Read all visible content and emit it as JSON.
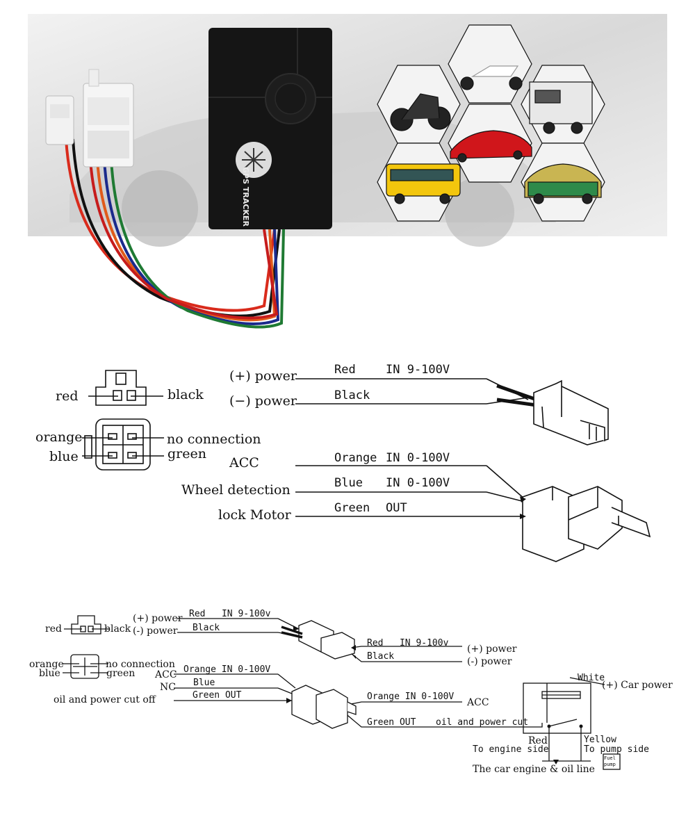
{
  "device": {
    "label": "GPS TRACKER"
  },
  "vehicles": [
    "motorcycle",
    "electric scooter",
    "truck",
    "sports car",
    "bus",
    "taxi"
  ],
  "diagram1": {
    "pin_labels": {
      "red": "red",
      "black": "black",
      "orange": "orange",
      "no_connection": "no connection",
      "blue": "blue",
      "green": "green"
    },
    "signals": {
      "power_pos": "(+) power",
      "power_neg": "(−) power",
      "acc": "ACC",
      "wheel": "Wheel detection",
      "lock": "lock Motor"
    },
    "wires": {
      "red": "Red",
      "red_spec": "IN 9-100V",
      "black": "Black",
      "orange": "Orange",
      "orange_spec": "IN 0-100V",
      "blue": "Blue",
      "blue_spec": "IN 0-100V",
      "green": "Green",
      "green_spec": "OUT"
    }
  },
  "diagram2": {
    "pin_labels": {
      "red": "red",
      "black": "black",
      "orange": "orange",
      "no_connection": "no connection",
      "blue": "blue",
      "green": "green"
    },
    "left": {
      "power_pos": "(+) power",
      "power_neg": "(-) power",
      "acc": "ACC",
      "nc": "NC",
      "oil": "oil and power cut off",
      "red_wire": "Red   IN 9-100v",
      "black_wire": "Black",
      "orange_wire": "Orange IN 0-100V",
      "blue_wire": "Blue",
      "green_wire": "Green OUT"
    },
    "right": {
      "red_wire": "Red   IN 9-100v",
      "power_pos": "(+) power",
      "black_wire": "Black",
      "power_neg": "(-) power",
      "orange_wire": "Orange IN 0-100V",
      "acc": "ACC",
      "green_wire": "Green OUT",
      "oil_cut": "oil and power cut"
    },
    "relay": {
      "white": "White",
      "car_power": "(+) Car power",
      "red": "Red",
      "engine_side": "To engine side",
      "yellow": "Yellow",
      "pump_side": "To pump side",
      "engine_oil_line": "The car engine & oil line",
      "fuel_pump": "Fuel pump"
    }
  }
}
